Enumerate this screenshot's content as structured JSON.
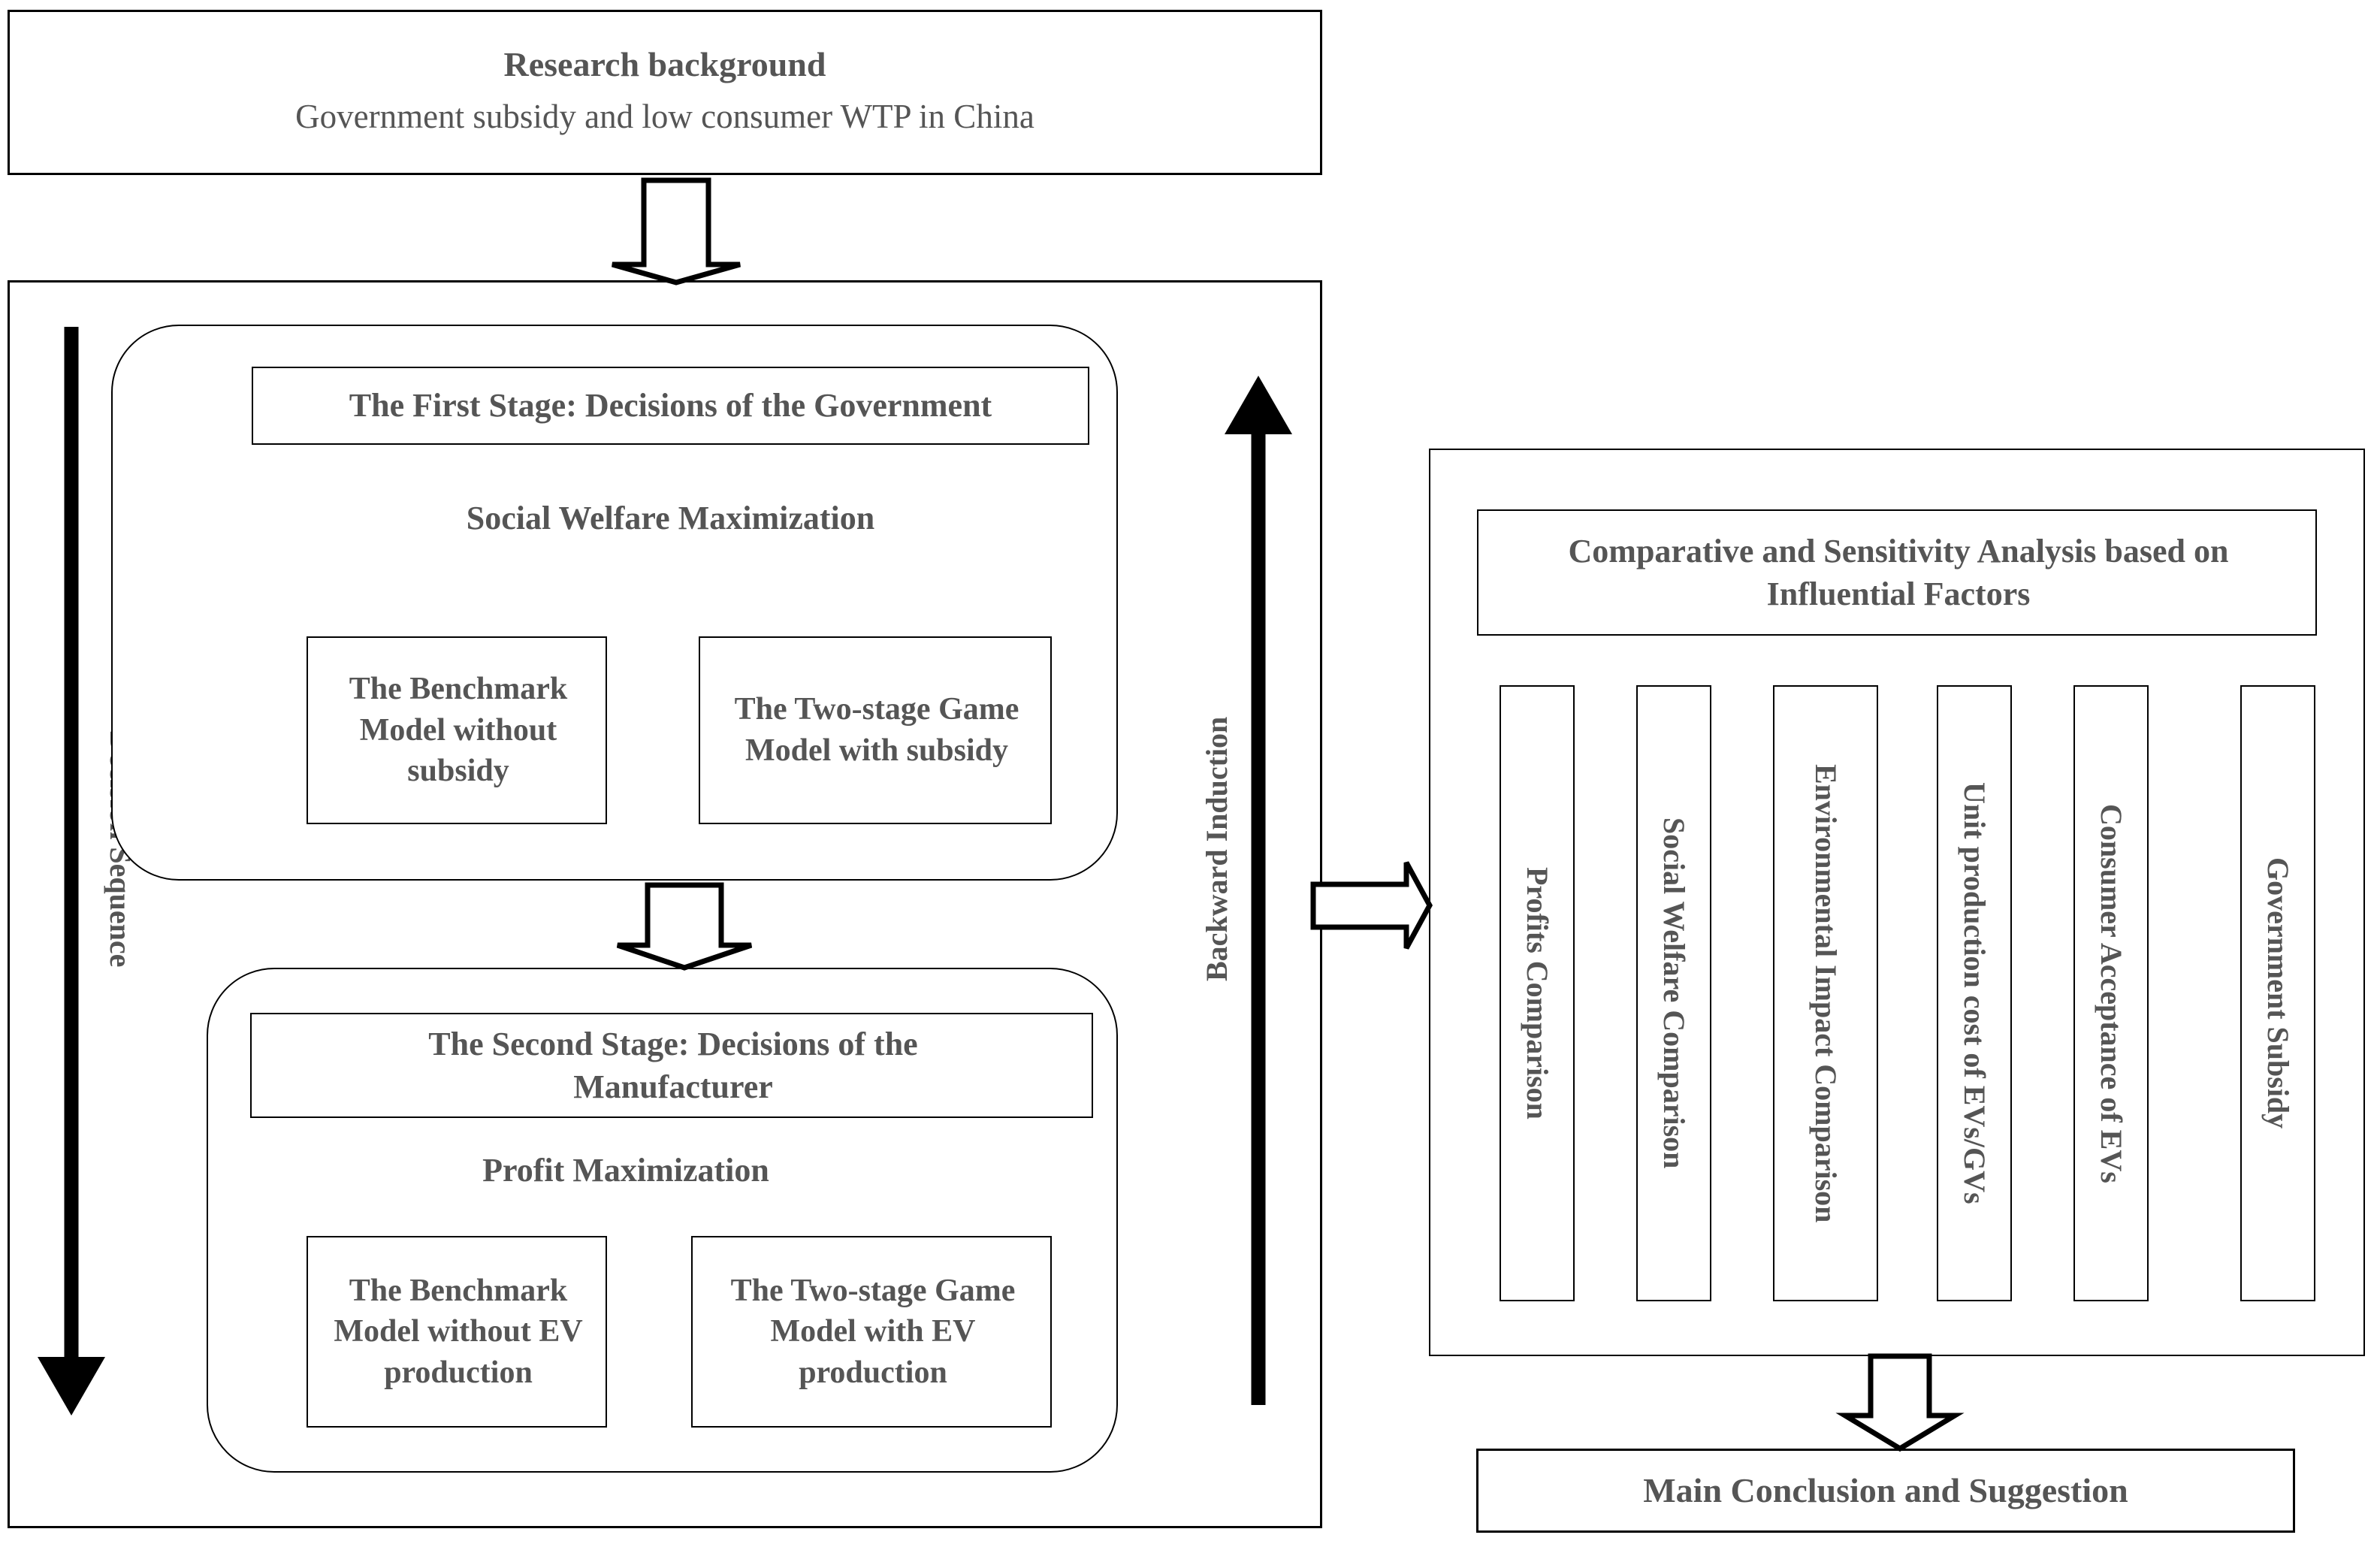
{
  "background": {
    "title": "Research background",
    "subtitle": "Government subsidy and low consumer WTP in China"
  },
  "left_panel": {
    "decision_sequence_label": "Decision Sequence",
    "backward_induction_label": "Backward Induction",
    "stage_one": {
      "heading": "The First Stage: Decisions of the Government",
      "objective": "Social Welfare Maximization",
      "models": [
        "The Benchmark Model without subsidy",
        "The Two-stage Game Model with subsidy"
      ]
    },
    "stage_two": {
      "heading": "The Second Stage: Decisions of the Manufacturer",
      "objective": "Profit Maximization",
      "models": [
        "The Benchmark Model without EV production",
        "The Two-stage Game Model with EV production"
      ]
    }
  },
  "right_panel": {
    "heading": "Comparative and Sensitivity Analysis based on Influential Factors",
    "factors": [
      "Profits Comparison",
      "Social Welfare Comparison",
      "Environmental Impact Comparison",
      "Unit production cost of EVs/GVs",
      "Consumer Acceptance of EVs",
      "Government Subsidy"
    ]
  },
  "conclusion": {
    "label": "Main Conclusion and Suggestion"
  },
  "colors": {
    "stroke": "#000000",
    "text": "#555555",
    "background": "#ffffff"
  },
  "arrows": {
    "background_to_framework": "down-block-arrow",
    "stage_one_to_stage_two": "down-block-arrow",
    "framework_to_analysis": "right-block-arrow",
    "analysis_to_conclusion": "down-block-arrow",
    "decision_sequence": "down-solid-arrow",
    "backward_induction": "up-solid-arrow"
  }
}
